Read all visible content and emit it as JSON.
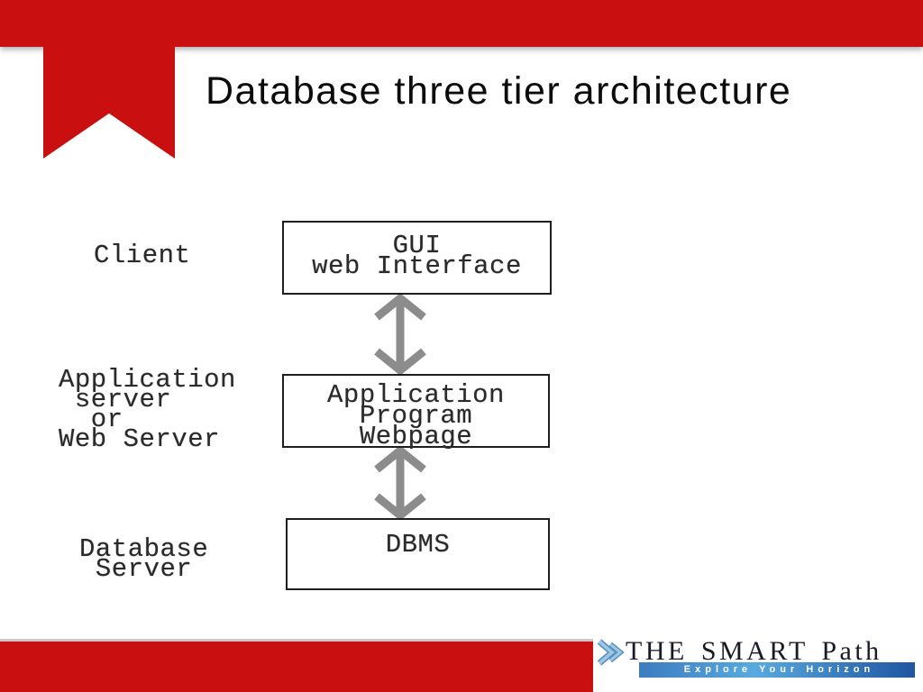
{
  "slide": {
    "title": "Database three tier architecture"
  },
  "diagram": {
    "labels": {
      "client": "Client",
      "app_server": "Application\n server\n  or\nWeb Server",
      "db_server": "Database\n Server"
    },
    "boxes": [
      {
        "name": "gui",
        "lines": [
          "GUI",
          "web Interface"
        ]
      },
      {
        "name": "app",
        "lines": [
          "Application",
          "Program",
          "Webpage"
        ]
      },
      {
        "name": "dbms",
        "lines": [
          "DBMS"
        ]
      }
    ],
    "connectors": [
      "double-arrow",
      "double-arrow"
    ]
  },
  "footer": {
    "brand": "THE SMART Path",
    "tagline": "Explore Your Horizon"
  },
  "colors": {
    "accent_red": "#c90f0f",
    "arrow_gray": "#8c8c8c",
    "box_border": "#1e1e1e",
    "diagram_text": "#2a2a2a",
    "divider_gray": "#ccc6c6",
    "brand_navy": "#1a1a26",
    "banner_blue_left": "#3c7cc0",
    "banner_blue_mid": "#58aadf",
    "banner_blue_right": "#1f55a0",
    "logo_chevron_light": "#9ec9e4",
    "logo_chevron_dark": "#5d92bf"
  }
}
